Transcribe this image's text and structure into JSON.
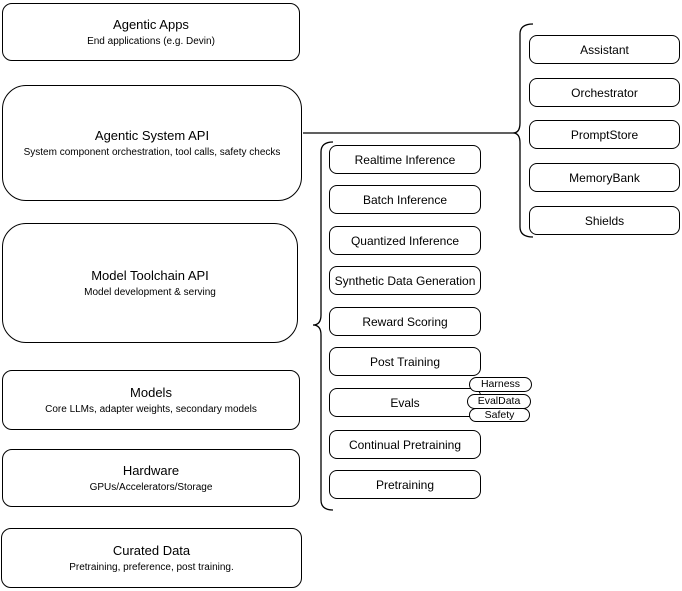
{
  "diagram": {
    "layers": [
      {
        "title": "Agentic Apps",
        "subtitle": "End applications (e.g. Devin)"
      },
      {
        "title": "Agentic System API",
        "subtitle": "System component orchestration, tool calls, safety checks"
      },
      {
        "title": "Model Toolchain API",
        "subtitle": "Model development & serving"
      },
      {
        "title": "Models",
        "subtitle": "Core LLMs, adapter weights, secondary models"
      },
      {
        "title": "Hardware",
        "subtitle": "GPUs/Accelerators/Storage"
      },
      {
        "title": "Curated Data",
        "subtitle": "Pretraining, preference, post training."
      }
    ],
    "toolchain_items": [
      "Realtime Inference",
      "Batch Inference",
      "Quantized Inference",
      "Synthetic Data Generation",
      "Reward Scoring",
      "Post Training",
      "Evals",
      "Continual Pretraining",
      "Pretraining"
    ],
    "eval_tags": [
      "Harness",
      "EvalData",
      "Safety"
    ],
    "system_components": [
      "Assistant",
      "Orchestrator",
      "PromptStore",
      "MemoryBank",
      "Shields"
    ],
    "colors": {
      "stroke": "#000000",
      "fill": "#ffffff",
      "background": "#ffffff"
    }
  }
}
